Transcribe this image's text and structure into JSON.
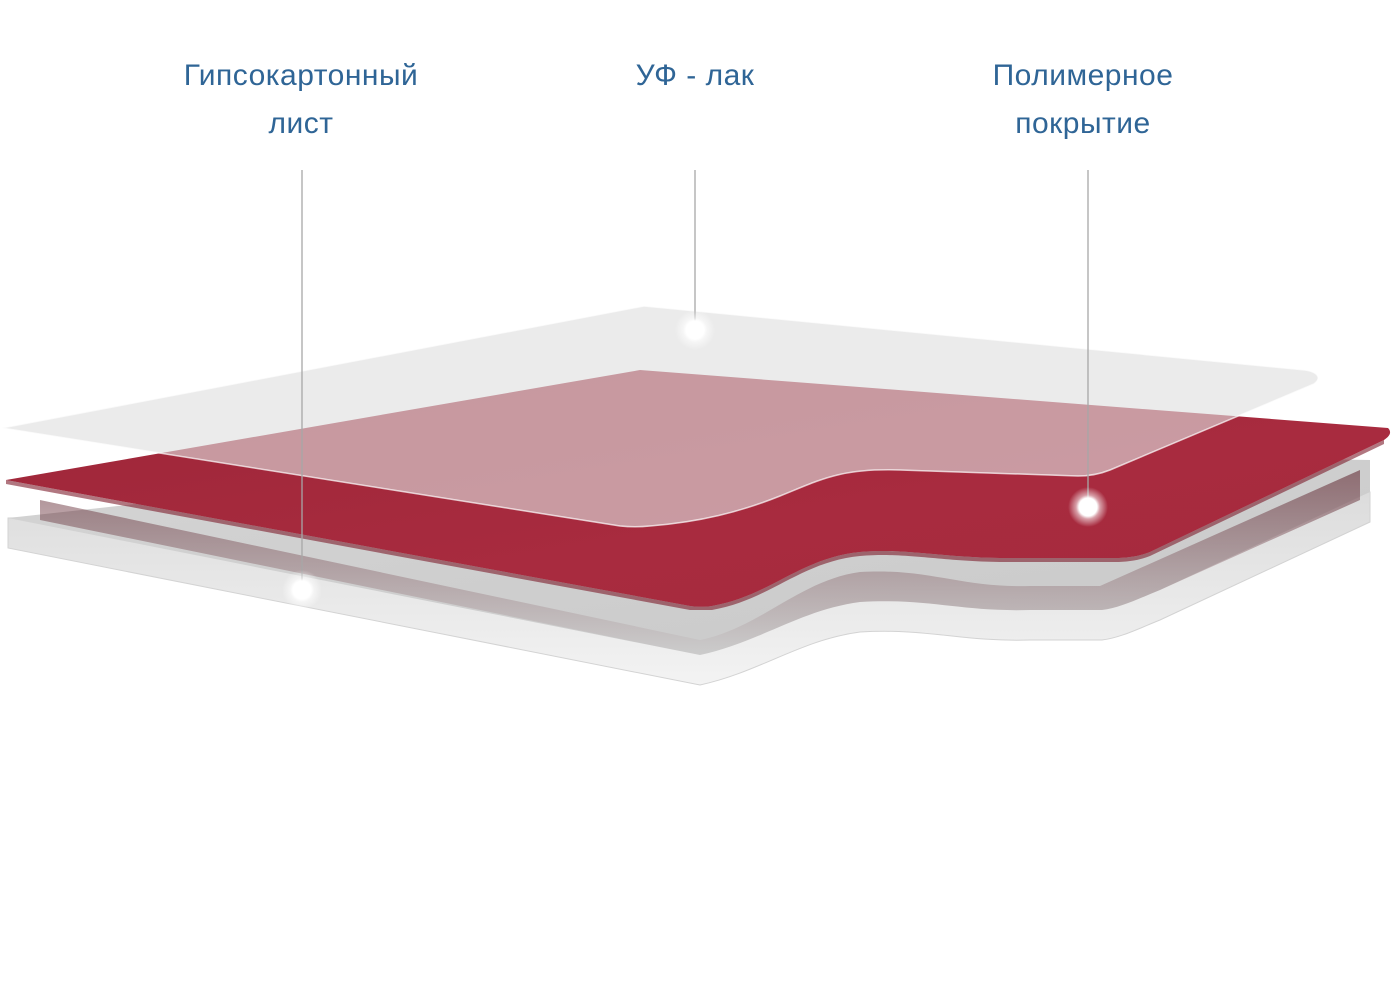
{
  "labels": {
    "gypsum": {
      "line1": "Гипсокартонный",
      "line2": "лист"
    },
    "uv_lacquer": {
      "line1": "УФ - лак"
    },
    "polymer": {
      "line1": "Полимерное",
      "line2": "покрытие"
    }
  },
  "colors": {
    "label_text": "#2f6596",
    "polymer_layer": "#a12a3e",
    "lacquer_layer": "#e9e9e9",
    "gypsum_top": "#d9d9d9",
    "gypsum_edge": "#f1f1f1",
    "leader_line": "#a7a7a7"
  }
}
